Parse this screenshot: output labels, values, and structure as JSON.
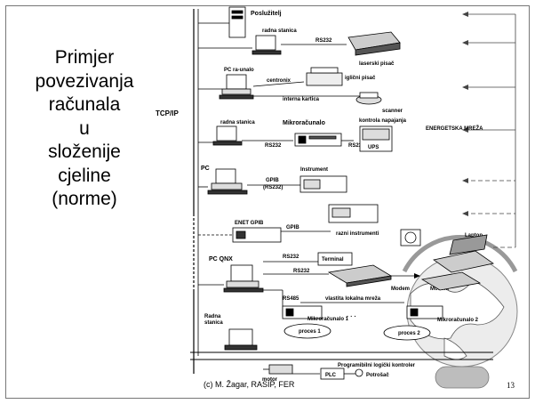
{
  "title_lines": [
    "Primjer",
    "povezivanja",
    "računala",
    "u",
    "složenije",
    "cjeline",
    "(norme)"
  ],
  "footer": "(c) M. Žagar, RASIP, FER",
  "page_number": "13",
  "diagram": {
    "network_label": "TCP/IP",
    "server": "Poslužitelj",
    "row1": {
      "station": "radna stanica",
      "link": "RS232",
      "device": "laserski pisač"
    },
    "row2": {
      "pc": "PC ra-unalo",
      "link": "centronix",
      "printer": "iglični pisač",
      "card": "interna kartica",
      "scanner": "scanner"
    },
    "row3": {
      "station": "radna stanica",
      "link1": "RS232",
      "micro": "Mikroračunalo",
      "link2": "RS232",
      "control": "kontrola napajanja",
      "ups": "UPS",
      "grid": "ENERGETSKA MREŽA"
    },
    "row4": {
      "pc": "PC",
      "bus": "GPIB",
      "bus_alt": "(RS232)",
      "instrument": "Instrument"
    },
    "row5": {
      "enet": "ENET GPIB",
      "bus": "GPIB",
      "instruments": "razni instrumenti",
      "laptop": "Laptop"
    },
    "row6": {
      "pc": "PC QNX",
      "link1": "RS232",
      "terminal": "Terminal",
      "link2": "RS232",
      "modem": "Modem",
      "modem2": "Modem",
      "rs485": "RS485",
      "local_net": "vlastita lokalna mreža",
      "micro1": "Mikroračunalo 1",
      "micro2": "Mikroračunalo 2",
      "process1": "proces 1",
      "process2": "proces 2"
    },
    "row7": {
      "station_line1": "Radna",
      "station_line2": "stanica"
    },
    "row8": {
      "plc_title": "Programibilni logički kontroler",
      "motor": "motor",
      "plc": "PLC",
      "consumer": "Potrošač"
    }
  }
}
